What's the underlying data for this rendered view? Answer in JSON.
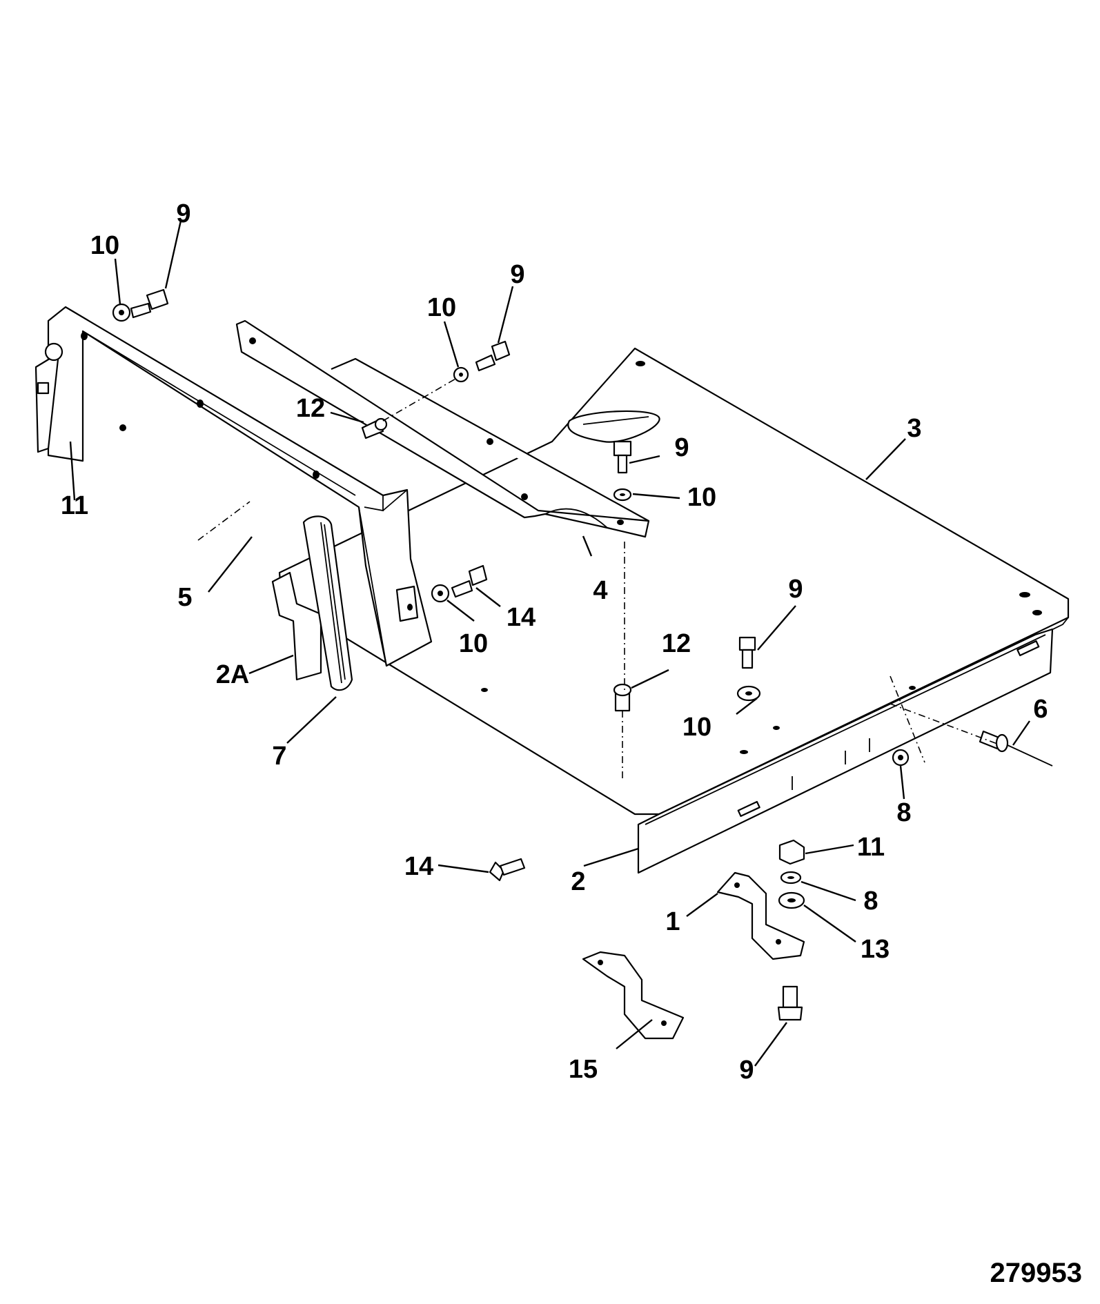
{
  "figure_number": "279953",
  "callouts": [
    "1",
    "2",
    "2A",
    "3",
    "4",
    "5",
    "6",
    "7",
    "8",
    "8",
    "9",
    "9",
    "9",
    "9",
    "9",
    "10",
    "10",
    "10",
    "10",
    "10",
    "11",
    "11",
    "12",
    "12",
    "13",
    "14",
    "14",
    "15"
  ]
}
